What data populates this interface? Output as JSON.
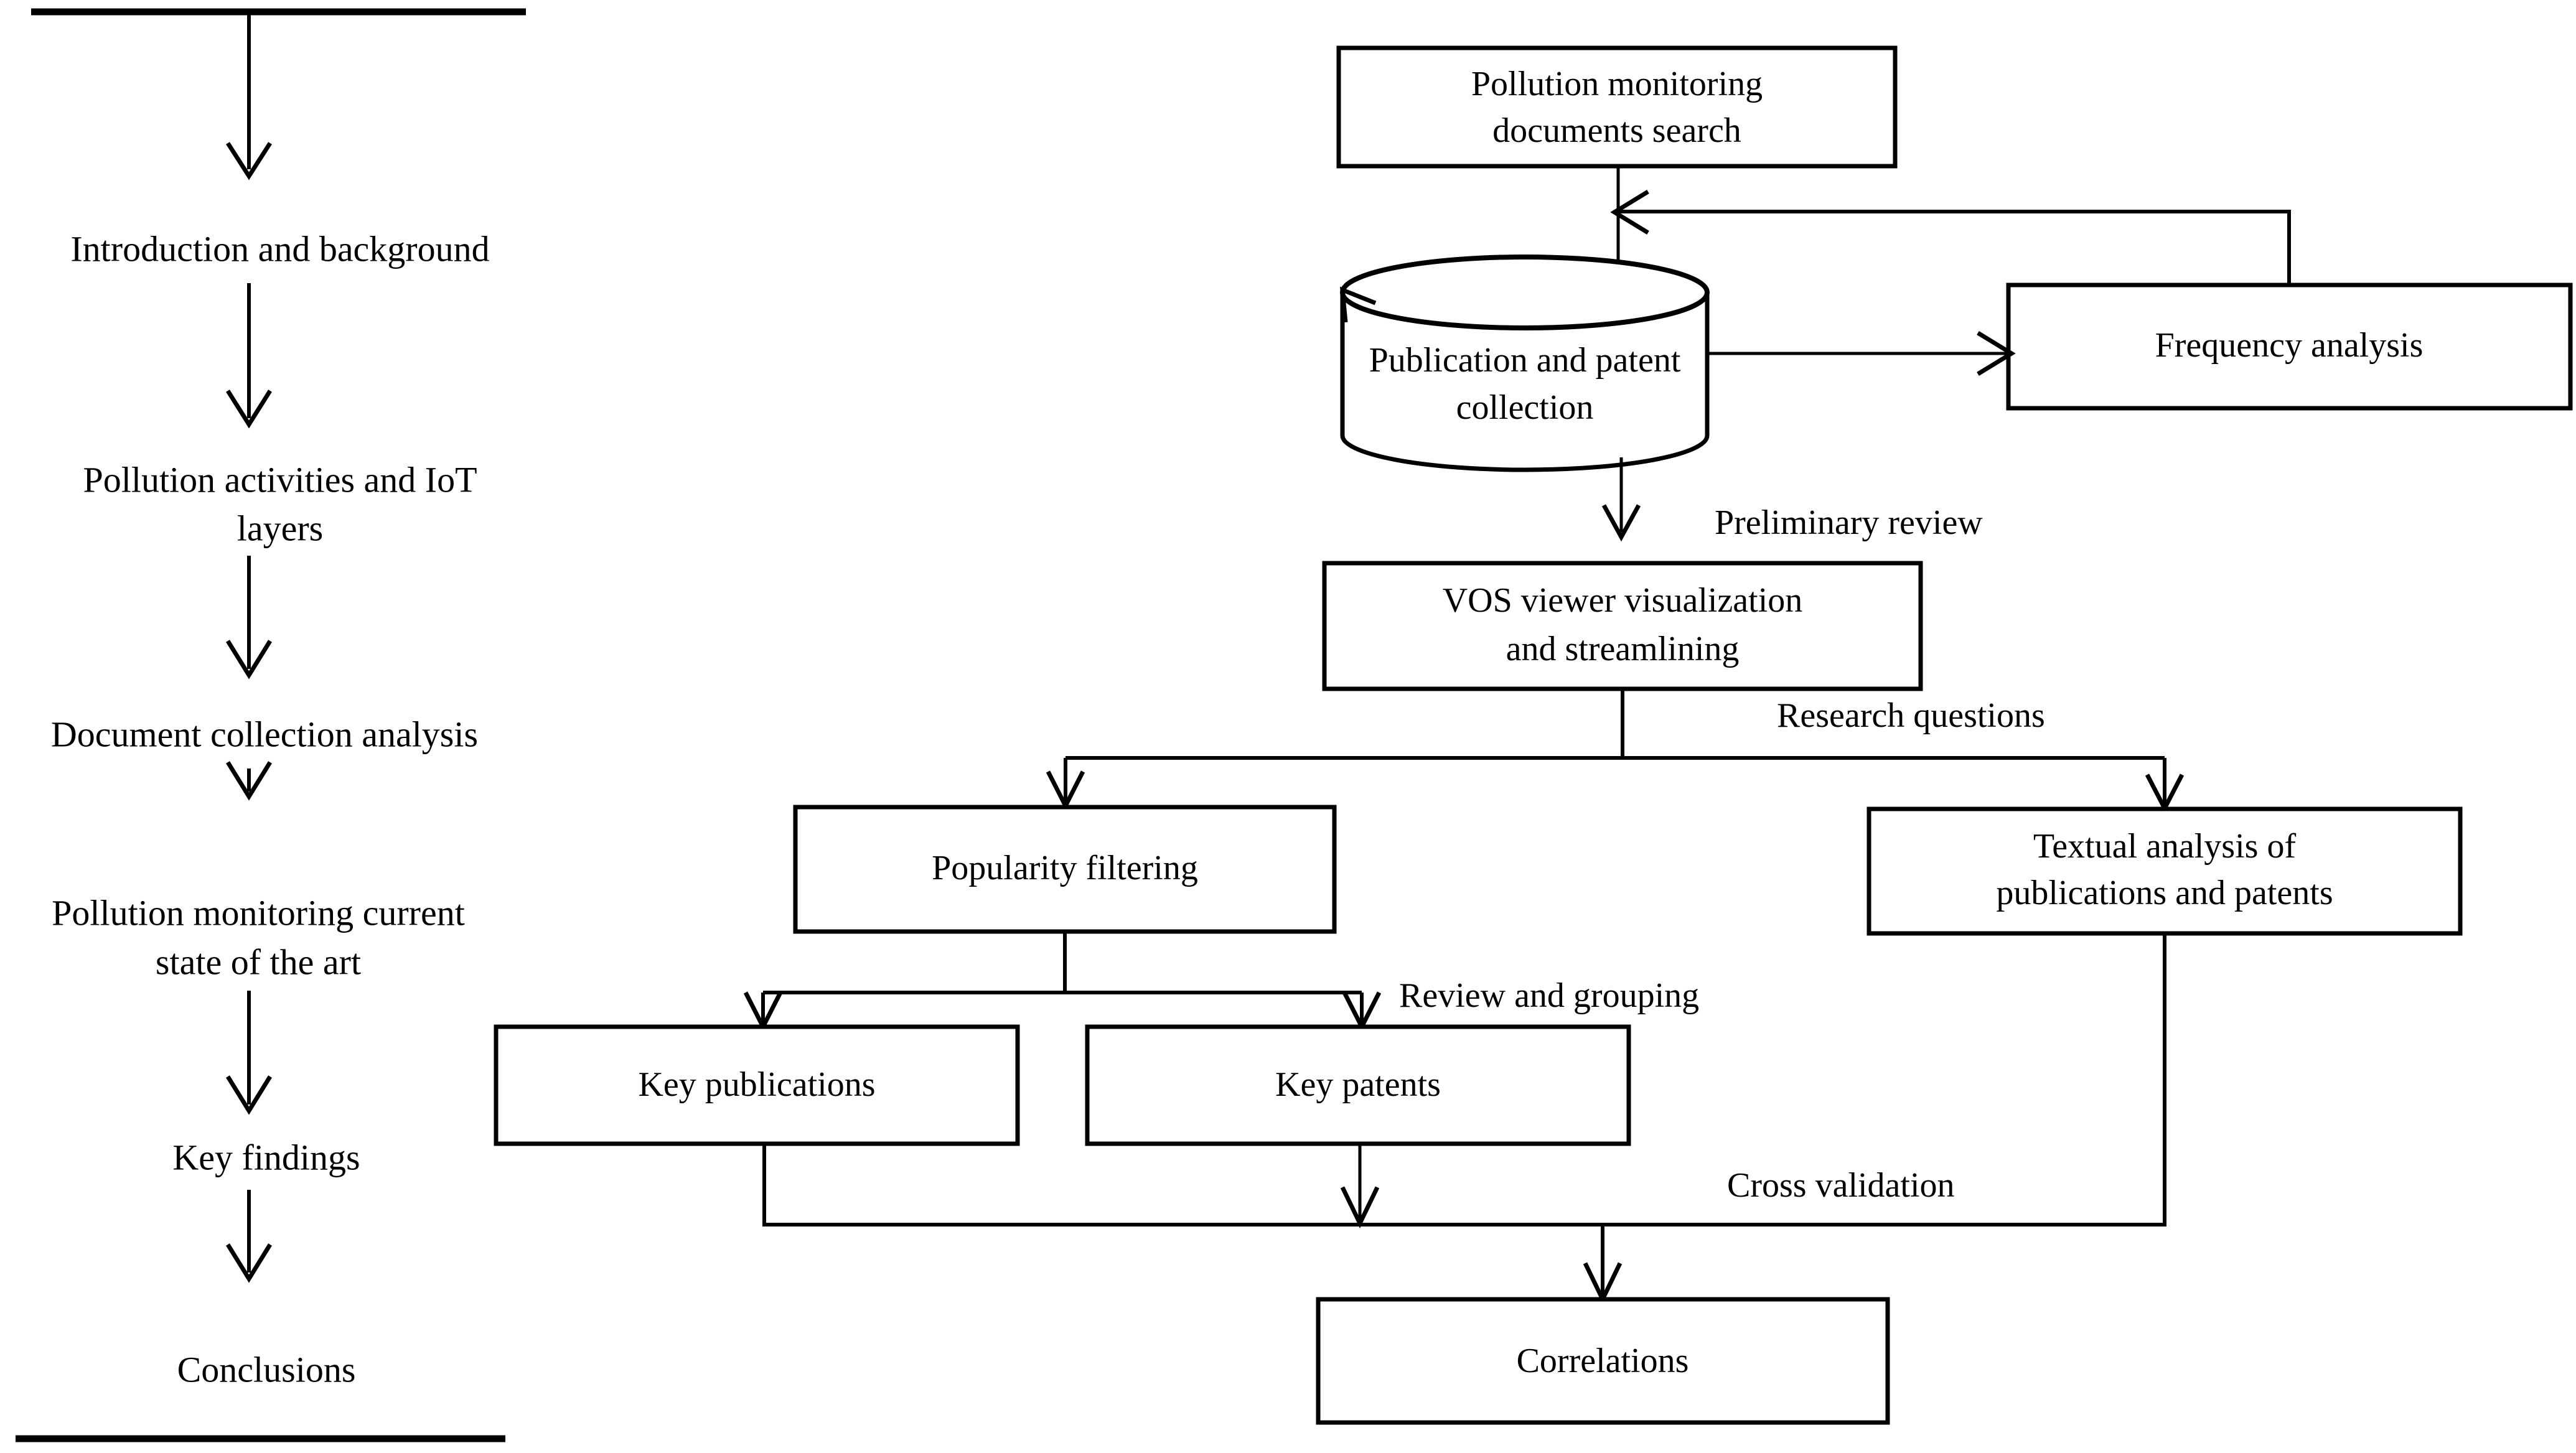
{
  "figure": {
    "type": "flowchart",
    "title": "Pollution monitoring review methodology flowchart",
    "background_color": "#ffffff",
    "line_color": "#000000"
  },
  "left_column": {
    "name": "paper-structure-flow",
    "top_rule": "horizontal rule",
    "bottom_rule": "horizontal rule",
    "steps": [
      {
        "id": "introduction",
        "label": "Introduction and background"
      },
      {
        "id": "pollution-activities",
        "label_line1": "Pollution activities and IoT",
        "label_line2": "layers"
      },
      {
        "id": "document-collection",
        "label": "Document collection analysis"
      },
      {
        "id": "state-of-art",
        "label_line1": "Pollution monitoring current",
        "label_line2": "state of the art"
      },
      {
        "id": "key-findings",
        "label": "Key findings"
      },
      {
        "id": "conclusions",
        "label": "Conclusions"
      }
    ]
  },
  "right_diagram": {
    "name": "methodology-flowchart",
    "nodes": [
      {
        "id": "documents-search",
        "shape": "rectangle",
        "label_line1": "Pollution monitoring",
        "label_line2": "documents search"
      },
      {
        "id": "publication-collection",
        "shape": "cylinder",
        "label_line1": "Publication and patent",
        "label_line2": "collection"
      },
      {
        "id": "frequency-analysis",
        "shape": "rectangle",
        "label": "Frequency analysis"
      },
      {
        "id": "vos-viewer",
        "shape": "rectangle",
        "label_line1": "VOS viewer visualization",
        "label_line2": "and streamlining"
      },
      {
        "id": "popularity-filtering",
        "shape": "rectangle",
        "label": "Popularity filtering"
      },
      {
        "id": "textual-analysis",
        "shape": "rectangle",
        "label_line1": "Textual analysis of",
        "label_line2": "publications and patents"
      },
      {
        "id": "key-publications",
        "shape": "rectangle",
        "label": "Key publications"
      },
      {
        "id": "key-patents",
        "shape": "rectangle",
        "label": "Key patents"
      },
      {
        "id": "correlations",
        "shape": "rectangle",
        "label": "Correlations"
      }
    ],
    "edge_labels": [
      {
        "id": "preliminary-review",
        "label": "Preliminary review"
      },
      {
        "id": "research-questions",
        "label": "Research questions"
      },
      {
        "id": "review-and-grouping",
        "label": "Review and grouping"
      },
      {
        "id": "cross-validation",
        "label": "Cross validation"
      }
    ]
  }
}
